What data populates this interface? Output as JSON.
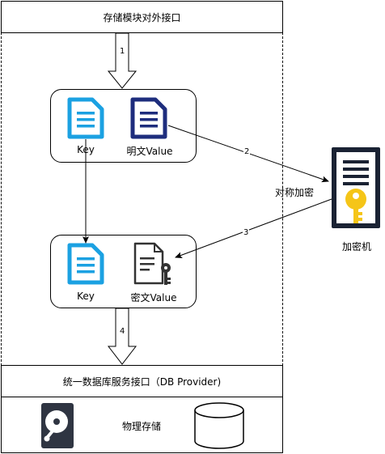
{
  "top_box": {
    "title": "存储模块对外接口"
  },
  "plain_group": {
    "key_label": "Key",
    "value_label": "明文Value"
  },
  "cipher_group": {
    "key_label": "Key",
    "value_label": "密文Value"
  },
  "encryptor": {
    "label": "加密机",
    "side_label": "对称加密",
    "colors": {
      "server": "#1a2233",
      "key": "#f5c518"
    }
  },
  "db_provider_box": {
    "title": "统一数据库服务接口（DB Provider)"
  },
  "storage_box": {
    "title": "物理存储"
  },
  "edges": {
    "step1": "1",
    "step2": "2",
    "step3": "3",
    "step4": "4"
  },
  "colors": {
    "key_doc": "#1ba1e2",
    "value_doc": "#1e2d7d",
    "cipher_doc": "#333333"
  }
}
